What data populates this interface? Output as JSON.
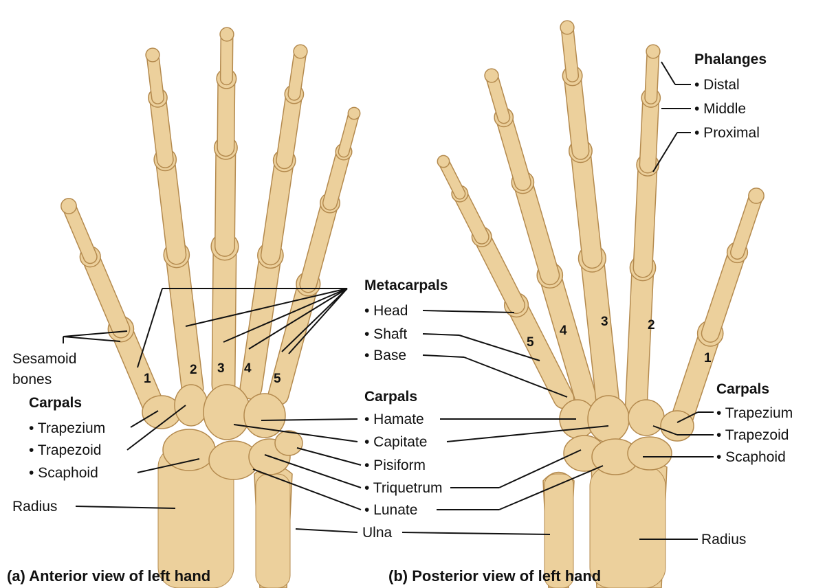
{
  "colors": {
    "bone": "#ecd09c",
    "bone_shade": "#c9a467",
    "outline": "#b48a4e",
    "line": "#111111"
  },
  "anterior": {
    "sesamoid": [
      "Sesamoid",
      "bones"
    ],
    "carpals_title": "Carpals",
    "carpals_left": [
      "• Trapezium",
      "• Trapezoid",
      "• Scaphoid"
    ],
    "radius": "Radius",
    "metacarpal_numbers": [
      "1",
      "2",
      "3",
      "4",
      "5"
    ],
    "caption": "(a) Anterior view of left hand"
  },
  "middle": {
    "metacarpals_title": "Metacarpals",
    "metacarpal_parts": [
      "• Head",
      "• Shaft",
      "• Base"
    ],
    "carpals_title": "Carpals",
    "carpals": [
      "• Hamate",
      "• Capitate",
      "• Pisiform",
      "• Triquetrum",
      "• Lunate"
    ],
    "ulna": "Ulna"
  },
  "posterior": {
    "phalanges_title": "Phalanges",
    "phalanges": [
      "• Distal",
      "• Middle",
      "• Proximal"
    ],
    "metacarpal_numbers": [
      "5",
      "4",
      "3",
      "2",
      "1"
    ],
    "carpals_title": "Carpals",
    "carpals": [
      "• Trapezium",
      "• Trapezoid",
      "• Scaphoid"
    ],
    "radius": "Radius",
    "caption": "(b) Posterior view of left hand"
  }
}
